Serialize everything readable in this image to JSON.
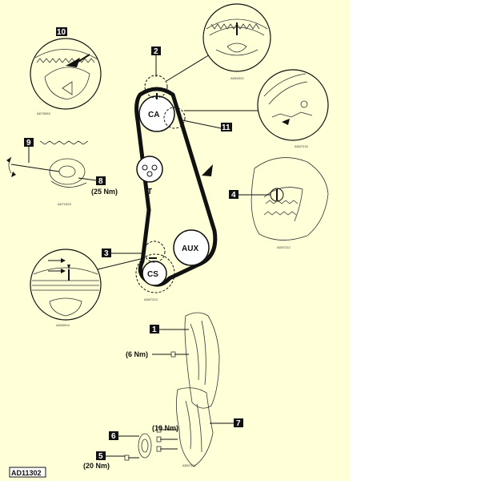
{
  "pulleys": {
    "camshaft": "CA",
    "tensioner": "T",
    "auxiliary": "AUX",
    "crankshaft": "CS"
  },
  "callouts": [
    "1",
    "2",
    "3",
    "4",
    "5",
    "6",
    "7",
    "8",
    "9",
    "10",
    "11"
  ],
  "torques": {
    "item8": "(25 Nm)",
    "item1_bolt": "(6 Nm)",
    "item7_bolt": "(10 Nm)",
    "item5": "(20 Nm)"
  },
  "detail_refs": {
    "camshaft_mark": "AD62021",
    "camshaft_pin": "AD67216",
    "tensioner_pointer": "AD70053",
    "tensioner_adjust": "AD71023",
    "auxiliary_mark": "AD67212",
    "crankshaft_mark": "AD63914",
    "belt_layout": "AD67213",
    "covers": "AD67202"
  },
  "figure_id": "AD11302",
  "colors": {
    "panel_background": "#ffffd8",
    "ink": "#111111"
  }
}
